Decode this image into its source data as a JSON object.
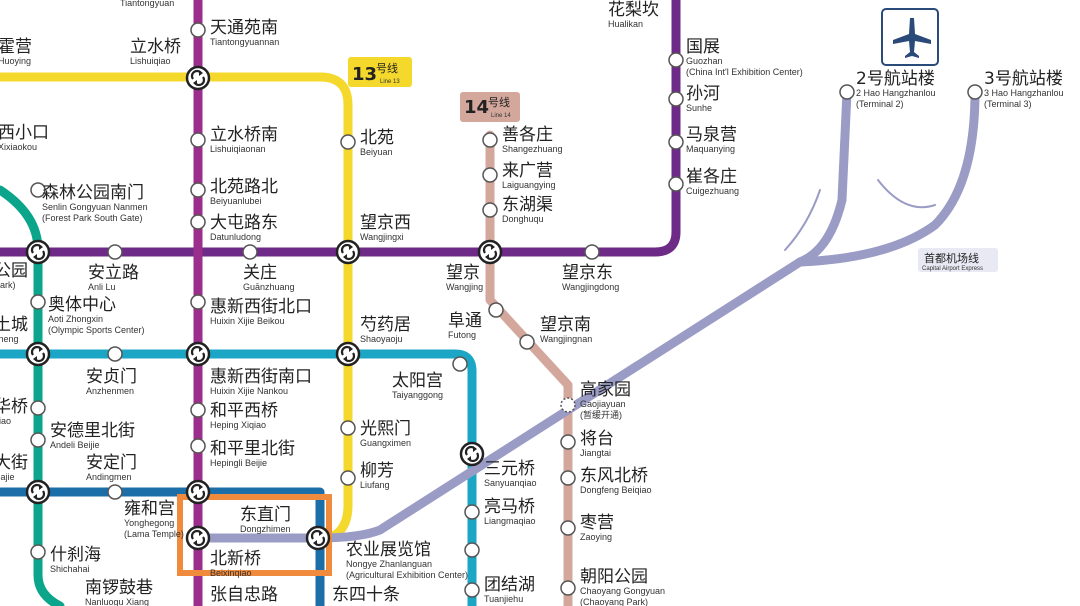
{
  "colors": {
    "line10": "#1b6ea8",
    "line13": "#f5d82c",
    "line5": "#9b2d8c",
    "line15": "#6d2a86",
    "line14": "#d3a79c",
    "line8": "#0aa58a",
    "airport": "#9a9cc6",
    "highlight": "#f08a3c",
    "white": "#ffffff"
  },
  "airport_icon": "airplane-icon",
  "interchange_icon": "interchange-arrows-icon",
  "badges": {
    "line13": {
      "num": "13",
      "unit": "号线",
      "en": "Line 13"
    },
    "line14": {
      "num": "14",
      "unit": "号线",
      "en": "Line 14"
    },
    "airport": {
      "cn": "首都机场线",
      "en": "Capital Airport Express"
    }
  },
  "stations": [
    {
      "id": "tiantongyuan",
      "cn": "",
      "en": "Tiantongyuan"
    },
    {
      "id": "tiantongyuannan",
      "cn": "天通苑南",
      "en": "Tiantongyuannan"
    },
    {
      "id": "lishuiqiao",
      "cn": "立水桥",
      "en": "Lishuiqiao"
    },
    {
      "id": "huoying",
      "cn": "霍营",
      "en": "Huoying"
    },
    {
      "id": "lishuiqiaonan",
      "cn": "立水桥南",
      "en": "Lishuiqiaonan"
    },
    {
      "id": "beiyuanlubei",
      "cn": "北苑路北",
      "en": "Beiyuanlubei"
    },
    {
      "id": "datunludong",
      "cn": "大屯路东",
      "en": "Datunludong"
    },
    {
      "id": "xixiaokou",
      "cn": "西小口",
      "en": "Xixiaokou"
    },
    {
      "id": "senlin",
      "cn": "森林公园南门",
      "en": "Senlin Gongyuan Nanmen",
      "en2": "(Forest Park South Gate)"
    },
    {
      "id": "anlilu",
      "cn": "安立路",
      "en": "Anli Lu"
    },
    {
      "id": "guanzhuang",
      "cn": "关庄",
      "en": "Guānzhuang"
    },
    {
      "id": "olympicpark",
      "cn": "公园",
      "en": "Park)"
    },
    {
      "id": "aotizhongxin",
      "cn": "奥体中心",
      "en": "Aoti Zhongxin",
      "en2": "(Olympic Sports Center)"
    },
    {
      "id": "huixinbeikou",
      "cn": "惠新西街北口",
      "en": "Huixin Xijie Beikou"
    },
    {
      "id": "beitucheng",
      "cn": "土城",
      "en": "cheng"
    },
    {
      "id": "anzhenmen",
      "cn": "安贞门",
      "en": "Anzhenmen"
    },
    {
      "id": "huixinnankou",
      "cn": "惠新西街南口",
      "en": "Huixin Xijie Nankou"
    },
    {
      "id": "hepingxiqiao",
      "cn": "和平西桥",
      "en": "Heping Xiqiao"
    },
    {
      "id": "hepinglibeijie",
      "cn": "和平里北街",
      "en": "Hepingli Beijie"
    },
    {
      "id": "andelibeijie",
      "cn": "安德里北街",
      "en": "Andeli Beijie"
    },
    {
      "id": "andingmen",
      "cn": "安定门",
      "en": "Andingmen"
    },
    {
      "id": "anhuaqiao",
      "cn": "华桥",
      "en": "qiao"
    },
    {
      "id": "guloudajie",
      "cn": "大街",
      "en": "Dajie"
    },
    {
      "id": "yonghegong",
      "cn": "雍和宫",
      "en": "Yonghegong",
      "en2": "(Lama Temple)"
    },
    {
      "id": "dongzhimen",
      "cn": "东直门",
      "en": "Dongzhimen"
    },
    {
      "id": "beixinqiao",
      "cn": "北新桥",
      "en": "Beixinqiao"
    },
    {
      "id": "shichahai",
      "cn": "什刹海",
      "en": "Shichahai"
    },
    {
      "id": "nanluoguxiang",
      "cn": "南锣鼓巷",
      "en": "Nanluogu Xiang"
    },
    {
      "id": "zhangzizhonglu",
      "cn": "张自忠路",
      "en": ""
    },
    {
      "id": "dongsishitiao",
      "cn": "东四十条",
      "en": ""
    },
    {
      "id": "beiyuan",
      "cn": "北苑",
      "en": "Beiyuan"
    },
    {
      "id": "wangjingxi",
      "cn": "望京西",
      "en": "Wangjingxi"
    },
    {
      "id": "shaoyaoju",
      "cn": "芍药居",
      "en": "Shaoyaoju"
    },
    {
      "id": "guangximen",
      "cn": "光熙门",
      "en": "Guangximen"
    },
    {
      "id": "liufang",
      "cn": "柳芳",
      "en": "Liufang"
    },
    {
      "id": "taiyanggong",
      "cn": "太阳宫",
      "en": "Taiyanggong"
    },
    {
      "id": "sanyuanqiao",
      "cn": "三元桥",
      "en": "Sanyuanqiao"
    },
    {
      "id": "liangmaqiao",
      "cn": "亮马桥",
      "en": "Liangmaqiao"
    },
    {
      "id": "nongzhanguan",
      "cn": "农业展览馆",
      "en": "Nongye Zhanlanguan",
      "en2": "(Agricultural Exhibition Center)"
    },
    {
      "id": "tuanjiehu",
      "cn": "团结湖",
      "en": "Tuanjiehu"
    },
    {
      "id": "shangezhuang",
      "cn": "善各庄",
      "en": "Shangezhuang"
    },
    {
      "id": "laiguangying",
      "cn": "来广营",
      "en": "Laiguangying"
    },
    {
      "id": "donghuqu",
      "cn": "东湖渠",
      "en": "Donghuqu"
    },
    {
      "id": "wangjing",
      "cn": "望京",
      "en": "Wangjing"
    },
    {
      "id": "wangjingdong",
      "cn": "望京东",
      "en": "Wangjingdong"
    },
    {
      "id": "futong",
      "cn": "阜通",
      "en": "Futong"
    },
    {
      "id": "wangjingnan",
      "cn": "望京南",
      "en": "Wangjingnan"
    },
    {
      "id": "gaojiayuan",
      "cn": "高家园",
      "en": "Gaojiayuan",
      "en2": "(暂缓开通)"
    },
    {
      "id": "jiangtai",
      "cn": "将台",
      "en": "Jiangtai"
    },
    {
      "id": "dongfengbeiqiao",
      "cn": "东风北桥",
      "en": "Dongfeng Beiqiao"
    },
    {
      "id": "zaoying",
      "cn": "枣营",
      "en": "Zaoying"
    },
    {
      "id": "chaoyanggongyuan",
      "cn": "朝阳公园",
      "en": "Chaoyang Gongyuan",
      "en2": "(Chaoyang Park)"
    },
    {
      "id": "hualikan",
      "cn": "花梨坎",
      "en": "Hualikan"
    },
    {
      "id": "guozhan",
      "cn": "国展",
      "en": "Guozhan",
      "en2": "(China Int'l Exhibition Center)"
    },
    {
      "id": "sunhe",
      "cn": "孙河",
      "en": "Sunhe"
    },
    {
      "id": "maquanying",
      "cn": "马泉营",
      "en": "Maquanying"
    },
    {
      "id": "cuigezhuang",
      "cn": "崔各庄",
      "en": "Cuigezhuang"
    },
    {
      "id": "t2",
      "cn": "2号航站楼",
      "en": "2 Hao Hangzhanlou",
      "en2": "(Terminal 2)"
    },
    {
      "id": "t3",
      "cn": "3号航站楼",
      "en": "3 Hao Hangzhanlou",
      "en2": "(Terminal 3)"
    }
  ]
}
